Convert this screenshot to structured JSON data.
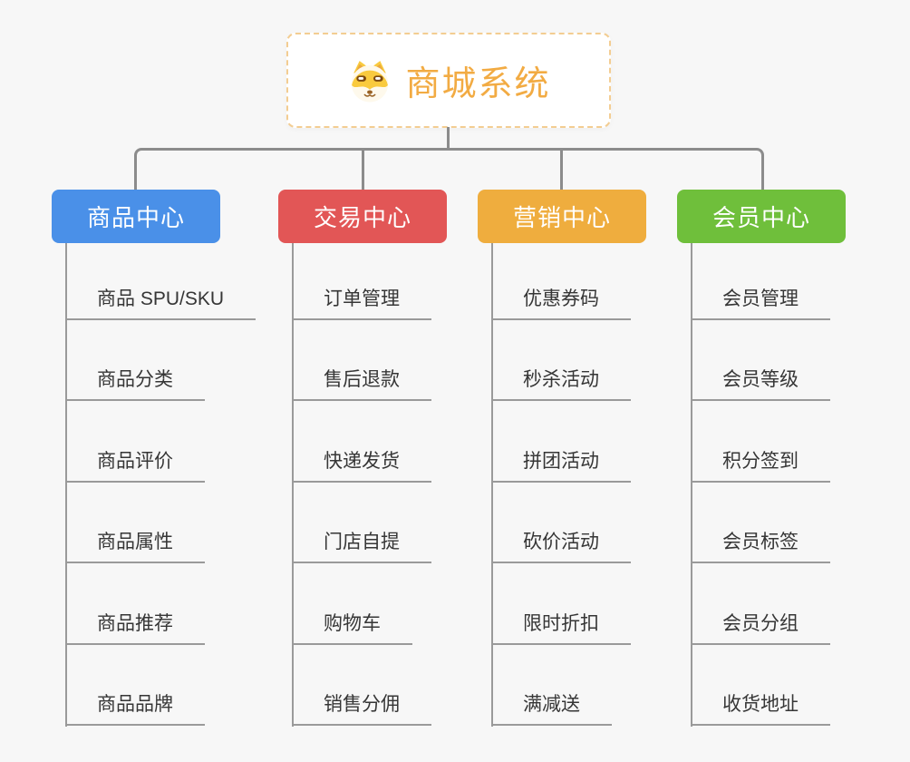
{
  "root": {
    "title": "商城系统",
    "accent_color": "#F2AB43",
    "border_color": "#F3CD92",
    "icon": "shiba-dog-icon"
  },
  "connector_color": "#8C8C8C",
  "background_color": "#F7F7F7",
  "branches": [
    {
      "label": "商品中心",
      "color": "#4A90E8",
      "items": [
        "商品 SPU/SKU",
        "商品分类",
        "商品评价",
        "商品属性",
        "商品推荐",
        "商品品牌"
      ]
    },
    {
      "label": "交易中心",
      "color": "#E25656",
      "items": [
        "订单管理",
        "售后退款",
        "快递发货",
        "门店自提",
        "购物车",
        "销售分佣"
      ]
    },
    {
      "label": "营销中心",
      "color": "#EFAD3E",
      "items": [
        "优惠券码",
        "秒杀活动",
        "拼团活动",
        "砍价活动",
        "限时折扣",
        "满减送"
      ]
    },
    {
      "label": "会员中心",
      "color": "#6FBF3B",
      "items": [
        "会员管理",
        "会员等级",
        "积分签到",
        "会员标签",
        "会员分组",
        "收货地址"
      ]
    }
  ]
}
